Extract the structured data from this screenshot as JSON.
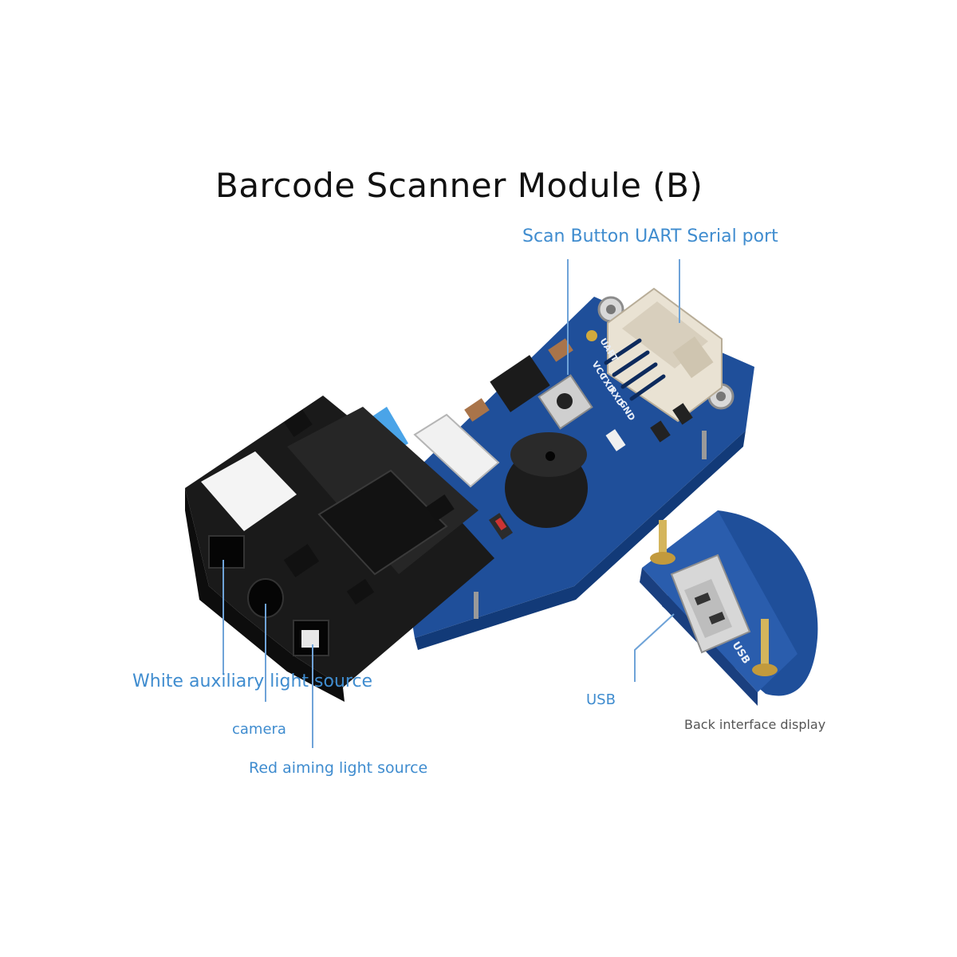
{
  "title": "Barcode Scanner Module (B)",
  "labels": {
    "scan_uart": "Scan Button UART Serial port",
    "white_light": "White auxiliary light source",
    "camera": "camera",
    "red_light": "Red aiming light source",
    "usb": "USB",
    "back_display": "Back interface display"
  },
  "board_silkscreen": {
    "uart": "UART",
    "vcc": "VCC",
    "txd": "TXD",
    "rxd": "RXD",
    "gnd": "GND",
    "usb": "USB"
  },
  "colors": {
    "title": "#111111",
    "label_blue": "#3f8ccf",
    "label_gray": "#555555",
    "pcb_blue": "#1f4f9a",
    "pcb_dark": "#123a78",
    "module_black": "#1a1a1a",
    "connector": "#e9e2d3",
    "leader_line": "#6fa3d8"
  }
}
